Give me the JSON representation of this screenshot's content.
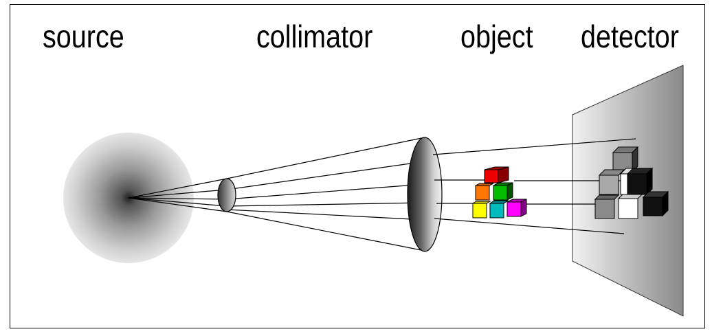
{
  "labels": {
    "source": "source",
    "collimator": "collimator",
    "object": "object",
    "detector": "detector"
  },
  "colors": {
    "cube_red": "#ee0000",
    "cube_orange": "#ff7700",
    "cube_green": "#00bb00",
    "cube_yellow": "#ffff00",
    "cube_cyan": "#00bbbb",
    "cube_magenta": "#ff00ff"
  }
}
